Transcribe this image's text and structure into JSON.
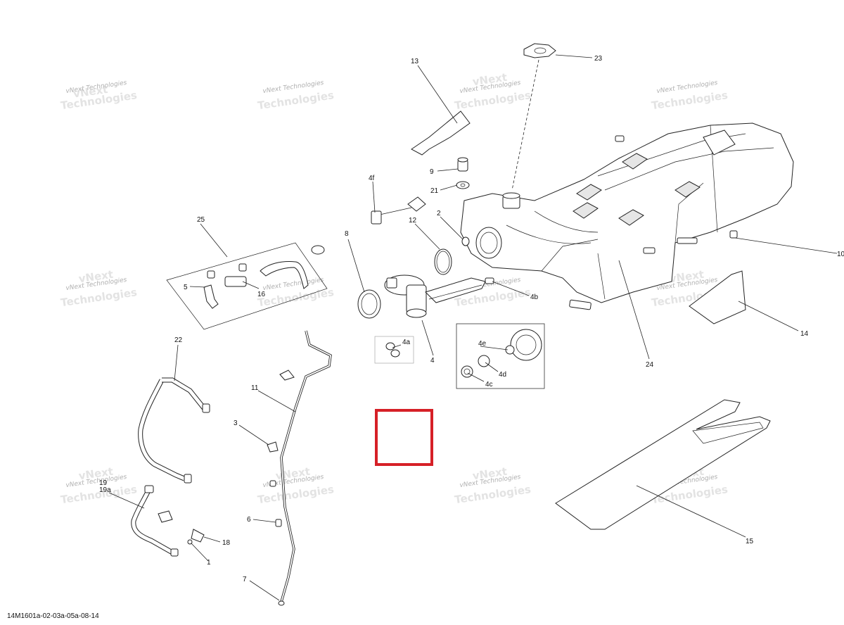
{
  "reference_code": "14M1601a-02-03a-05a-08-14",
  "watermark": {
    "line1": "vNext Technologies",
    "line2": "vNext",
    "line3": "Technologies"
  },
  "callouts": {
    "c1": "1",
    "c2": "2",
    "c3": "3",
    "c4": "4",
    "c4a": "4a",
    "c4b": "4b",
    "c4c": "4c",
    "c4d": "4d",
    "c4e": "4e",
    "c4f": "4f",
    "c5": "5",
    "c6": "6",
    "c7": "7",
    "c8": "8",
    "c9": "9",
    "c10": "10",
    "c11": "11",
    "c12": "12",
    "c13": "13",
    "c14": "14",
    "c15": "15",
    "c16": "16",
    "c18": "18",
    "c19": "19",
    "c19a": "19a",
    "c21": "21",
    "c22": "22",
    "c23": "23",
    "c24": "24",
    "c25": "25"
  },
  "highlight_color": "#d62027"
}
